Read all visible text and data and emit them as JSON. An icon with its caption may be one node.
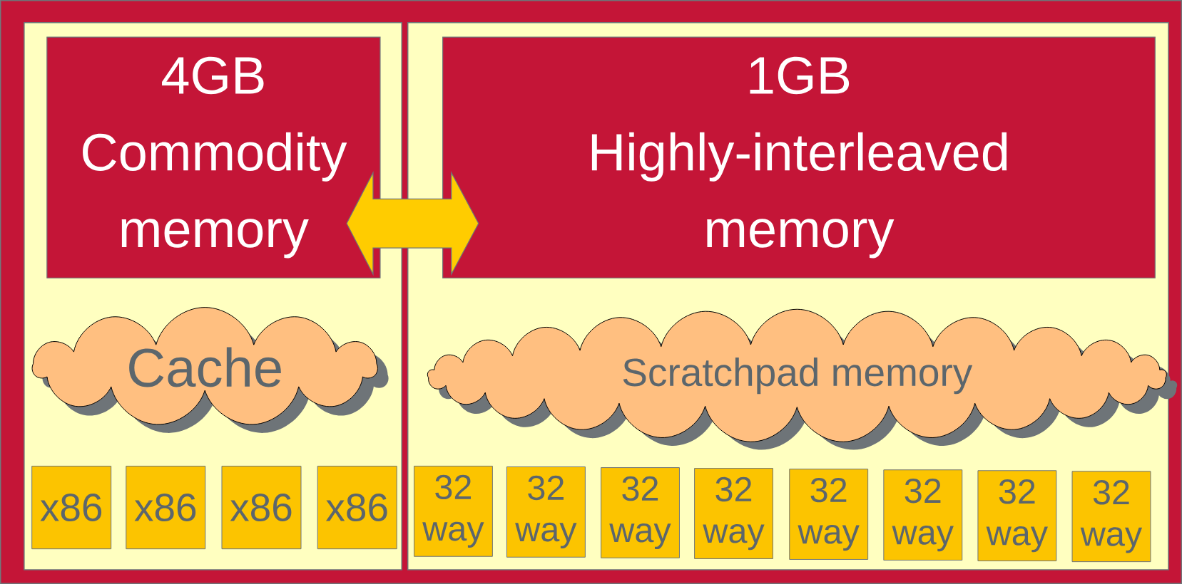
{
  "diagram": {
    "nodes": [
      {
        "text": [],
        "shape": "box"
      },
      {
        "text": [
          "4GB",
          "Commodity memory"
        ],
        "in": 0
      },
      {
        "text": [
          "Cache"
        ],
        "in": 0
      },
      {
        "text": [
          "x86"
        ],
        "in": 0
      },
      {
        "text": [
          "x86"
        ],
        "in": 0
      },
      {
        "text": [
          "x86"
        ],
        "in": 0
      },
      {
        "text": [
          "x86"
        ],
        "in": 0
      },
      {
        "text": [],
        "shape": "box"
      },
      {
        "text": [
          "1GB",
          "Highly-interleaved memory"
        ],
        "in": 7
      },
      {
        "text": [
          "Scratchpad memory"
        ],
        "in": 7
      },
      {
        "text": [
          "32 way"
        ],
        "in": 7
      },
      {
        "text": [
          "32 way"
        ],
        "in": 7
      },
      {
        "text": [
          "32 way"
        ],
        "in": 7
      },
      {
        "text": [
          "32 way"
        ],
        "in": 7
      },
      {
        "text": [
          "32 way"
        ],
        "in": 7
      },
      {
        "text": [
          "32 way"
        ],
        "in": 7
      },
      {
        "text": [
          "32 way"
        ],
        "in": 7
      },
      {
        "text": [
          "32 way"
        ],
        "in": 7
      }
    ],
    "edges": [
      {
        "from": 1,
        "to": 8,
        "arrow": "both",
        "style": "thick",
        "color": "#ffcc00"
      }
    ]
  }
}
